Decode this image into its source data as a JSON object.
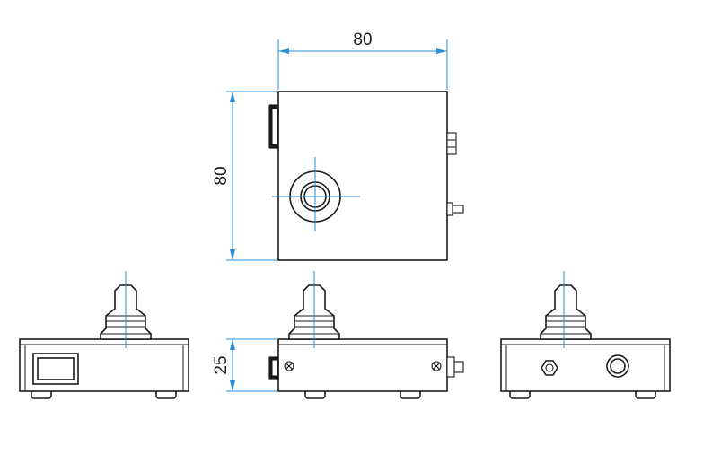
{
  "dimensions": {
    "width": "80",
    "depth": "80",
    "height": "25"
  },
  "colors": {
    "outline": "#1a1a1a",
    "dimension": "#2b8fd6",
    "background": "#ffffff"
  }
}
